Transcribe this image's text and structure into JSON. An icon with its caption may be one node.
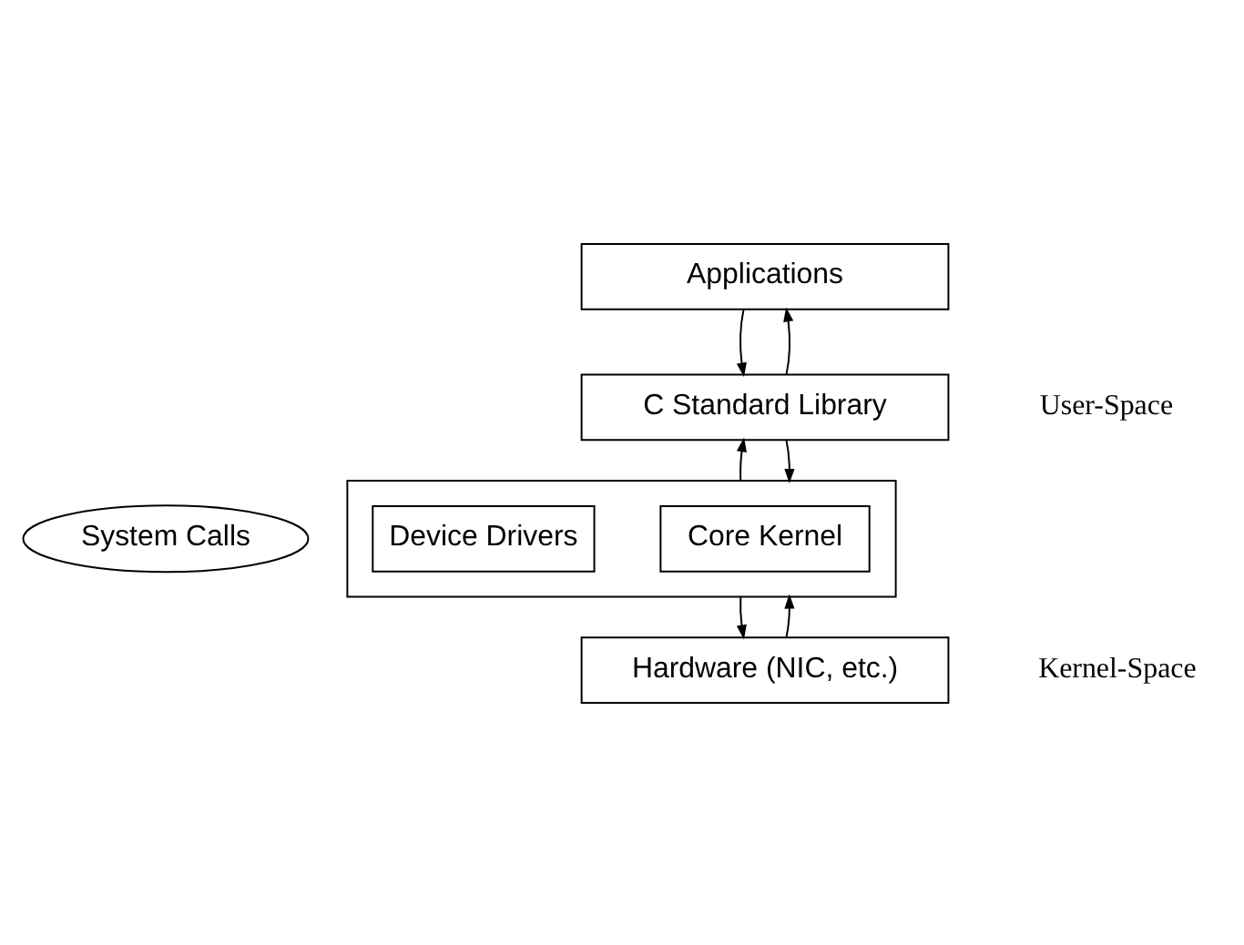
{
  "diagram": {
    "nodes": [
      {
        "text": [
          "Applications"
        ]
      },
      {
        "text": [
          "C Standard Library"
        ]
      },
      {
        "text": [
          "System Calls"
        ]
      },
      {
        "text": [],
        "shape": "box"
      },
      {
        "text": [
          "Core Kernel"
        ],
        "in": 3
      },
      {
        "text": [
          "Device Drivers"
        ],
        "in": 3
      },
      {
        "text": [
          "Hardware (NIC, etc.)"
        ]
      }
    ],
    "edges": [
      {
        "from": 0,
        "to": 1,
        "arrow": "to"
      },
      {
        "from": 1,
        "to": 0,
        "arrow": "to"
      },
      {
        "from": 3,
        "to": 1,
        "arrow": "to"
      },
      {
        "from": 1,
        "to": 3,
        "arrow": "to"
      },
      {
        "from": 3,
        "to": 6,
        "arrow": "to"
      },
      {
        "from": 6,
        "to": 3,
        "arrow": "to"
      }
    ],
    "labels": [
      "User-Space",
      "Kernel-Space"
    ]
  }
}
